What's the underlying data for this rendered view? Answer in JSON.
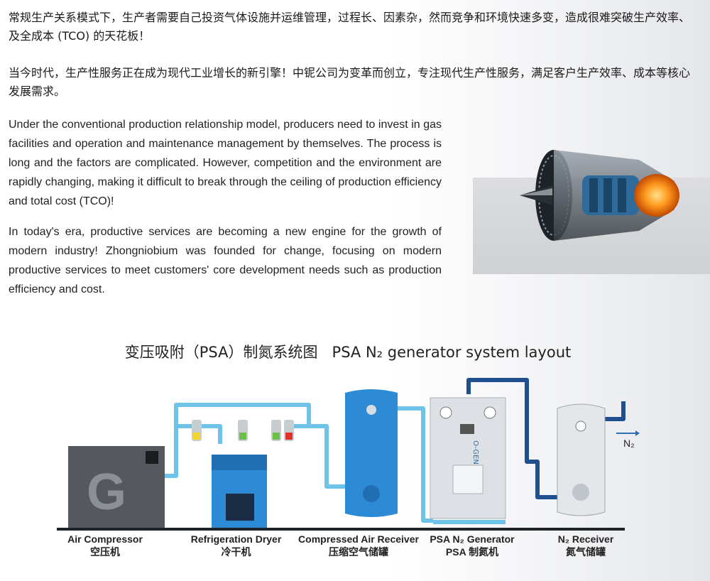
{
  "paragraphs_zh": [
    "常规生产关系模式下，生产者需要自己投资气体设施并运维管理，过程长、因素杂，然而竞争和环境快速多变，造成很难突破生产效率、及全成本 (TCO) 的天花板！",
    "当今时代，生产性服务正在成为现代工业增长的新引擎！中铌公司为变革而创立，专注现代生产性服务，满足客户生产效率、成本等核心发展需求。"
  ],
  "paragraphs_en": [
    "Under the conventional production relationship model, producers need to invest in gas facilities and operation and maintenance management by themselves. The process is long and the factors are complicated. However, competition and the environment are rapidly changing, making it difficult to break through the ceiling of production efficiency and total cost (TCO)!",
    "In today's era, productive services are becoming a new engine for the growth of modern industry! Zhongniobium was founded for change, focusing on modern productive services to meet customers' core development needs such as production efficiency and cost."
  ],
  "diagram": {
    "title_zh": "变压吸附（PSA）制氮系统图",
    "title_en": "PSA N₂ generator system layout",
    "components": [
      {
        "en": "Air Compressor",
        "zh": "空压机"
      },
      {
        "en": "Refrigeration Dryer",
        "zh": "冷干机"
      },
      {
        "en": "Compressed Air Receiver",
        "zh": "压缩空气储罐"
      },
      {
        "en": "PSA N₂ Generator",
        "zh": "PSA 制氮机"
      },
      {
        "en": "N₂ Receiver",
        "zh": "氮气储罐"
      }
    ],
    "outlet_label": "N₂",
    "generator_brand": "O-GEN",
    "compressor_logo": "G",
    "colors": {
      "air_pipe": "#6ec3e8",
      "nitrogen_pipe": "#1f4f8f",
      "receiver_blue": "#2d8bd6",
      "compressor_gray": "#55595e"
    }
  }
}
